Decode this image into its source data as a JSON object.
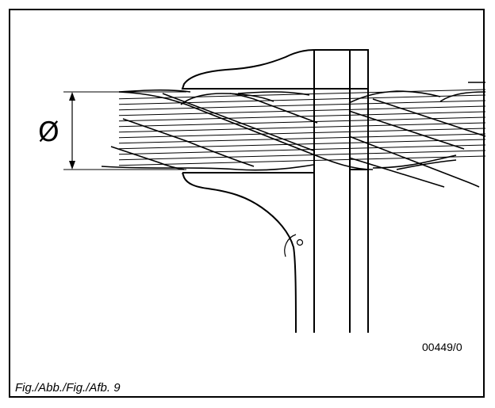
{
  "drawing": {
    "dimension_symbol": "Ø",
    "part_number": "00449/0"
  },
  "caption": "Fig./Abb./Fig./Afb. 9"
}
